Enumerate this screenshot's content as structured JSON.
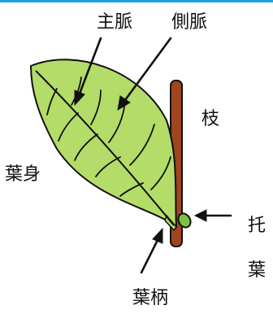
{
  "labels": {
    "main_vein": "主脈",
    "side_vein": "側脈",
    "branch": "枝",
    "leaf_blade": "葉身",
    "stipule_1": "托",
    "stipule_2": "葉",
    "petiole": "葉柄"
  },
  "colors": {
    "frame_top": "#1aa3e8",
    "leaf_fill": "#b4dc68",
    "stem_fill": "#a0451f",
    "stipule_fill": "#80c040",
    "outline": "#111111"
  }
}
